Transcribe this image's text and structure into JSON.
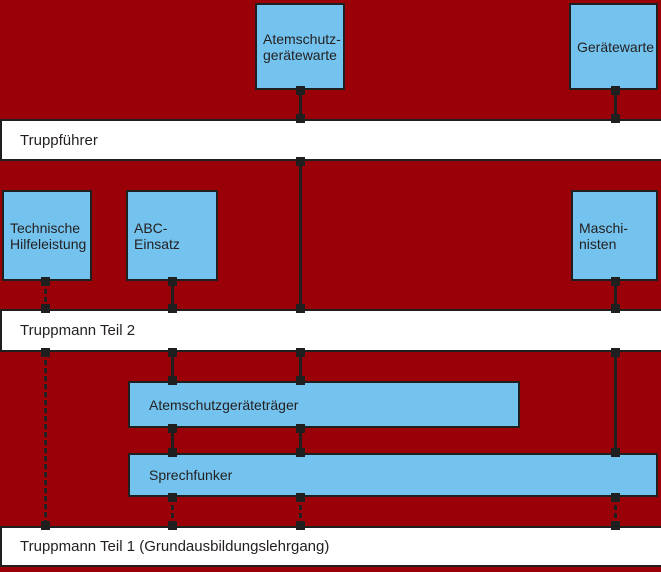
{
  "diagram": {
    "background_color": "#9a0008",
    "box_fill_color": "#74c3ee",
    "bar_fill_color": "#ffffff",
    "border_color": "#1f1f1f",
    "text_color": "#231f20",
    "bars": [
      {
        "id": "truppfuehrer",
        "label": "Truppführer"
      },
      {
        "id": "truppmann-teil-2",
        "label": "Truppmann Teil 2"
      },
      {
        "id": "truppmann-teil-1",
        "label": "Truppmann Teil 1 (Grundausbildungslehrgang)"
      }
    ],
    "boxes": [
      {
        "id": "atemschutzgeraetewarte",
        "lines": [
          "Atemschutz-",
          "gerätewarte"
        ]
      },
      {
        "id": "geraetewarte",
        "lines": [
          "Gerätewarte"
        ]
      },
      {
        "id": "technische-hilfeleistung",
        "lines": [
          "Technische",
          "Hilfeleistung"
        ]
      },
      {
        "id": "abc-einsatz",
        "lines": [
          "ABC-",
          "Einsatz"
        ]
      },
      {
        "id": "maschinisten",
        "lines": [
          "Maschi-",
          "nisten"
        ]
      },
      {
        "id": "atemschutzgeraetetraeger",
        "lines": [
          "Atemschutzgeräteträger"
        ]
      },
      {
        "id": "sprechfunker",
        "lines": [
          "Sprechfunker"
        ]
      }
    ],
    "edges": [
      {
        "from": "atemschutzgeraetewarte",
        "to": "truppfuehrer",
        "style": "solid"
      },
      {
        "from": "geraetewarte",
        "to": "truppfuehrer",
        "style": "solid"
      },
      {
        "from": "truppfuehrer",
        "to": "truppmann-teil-2",
        "style": "solid"
      },
      {
        "from": "technische-hilfeleistung",
        "to": "truppmann-teil-2",
        "style": "dashed"
      },
      {
        "from": "abc-einsatz",
        "to": "truppmann-teil-2",
        "style": "solid"
      },
      {
        "from": "maschinisten",
        "to": "truppmann-teil-2",
        "style": "solid"
      },
      {
        "from": "truppmann-teil-2",
        "to": "truppmann-teil-1",
        "style": "dashed"
      },
      {
        "from": "truppmann-teil-2",
        "to": "atemschutzgeraetetraeger",
        "style": "solid",
        "lines": 2
      },
      {
        "from": "truppmann-teil-2",
        "to": "sprechfunker",
        "style": "solid"
      },
      {
        "from": "atemschutzgeraetetraeger",
        "to": "sprechfunker",
        "style": "solid",
        "lines": 2
      },
      {
        "from": "sprechfunker",
        "to": "truppmann-teil-1",
        "style": "dashed",
        "lines": 3
      }
    ]
  }
}
